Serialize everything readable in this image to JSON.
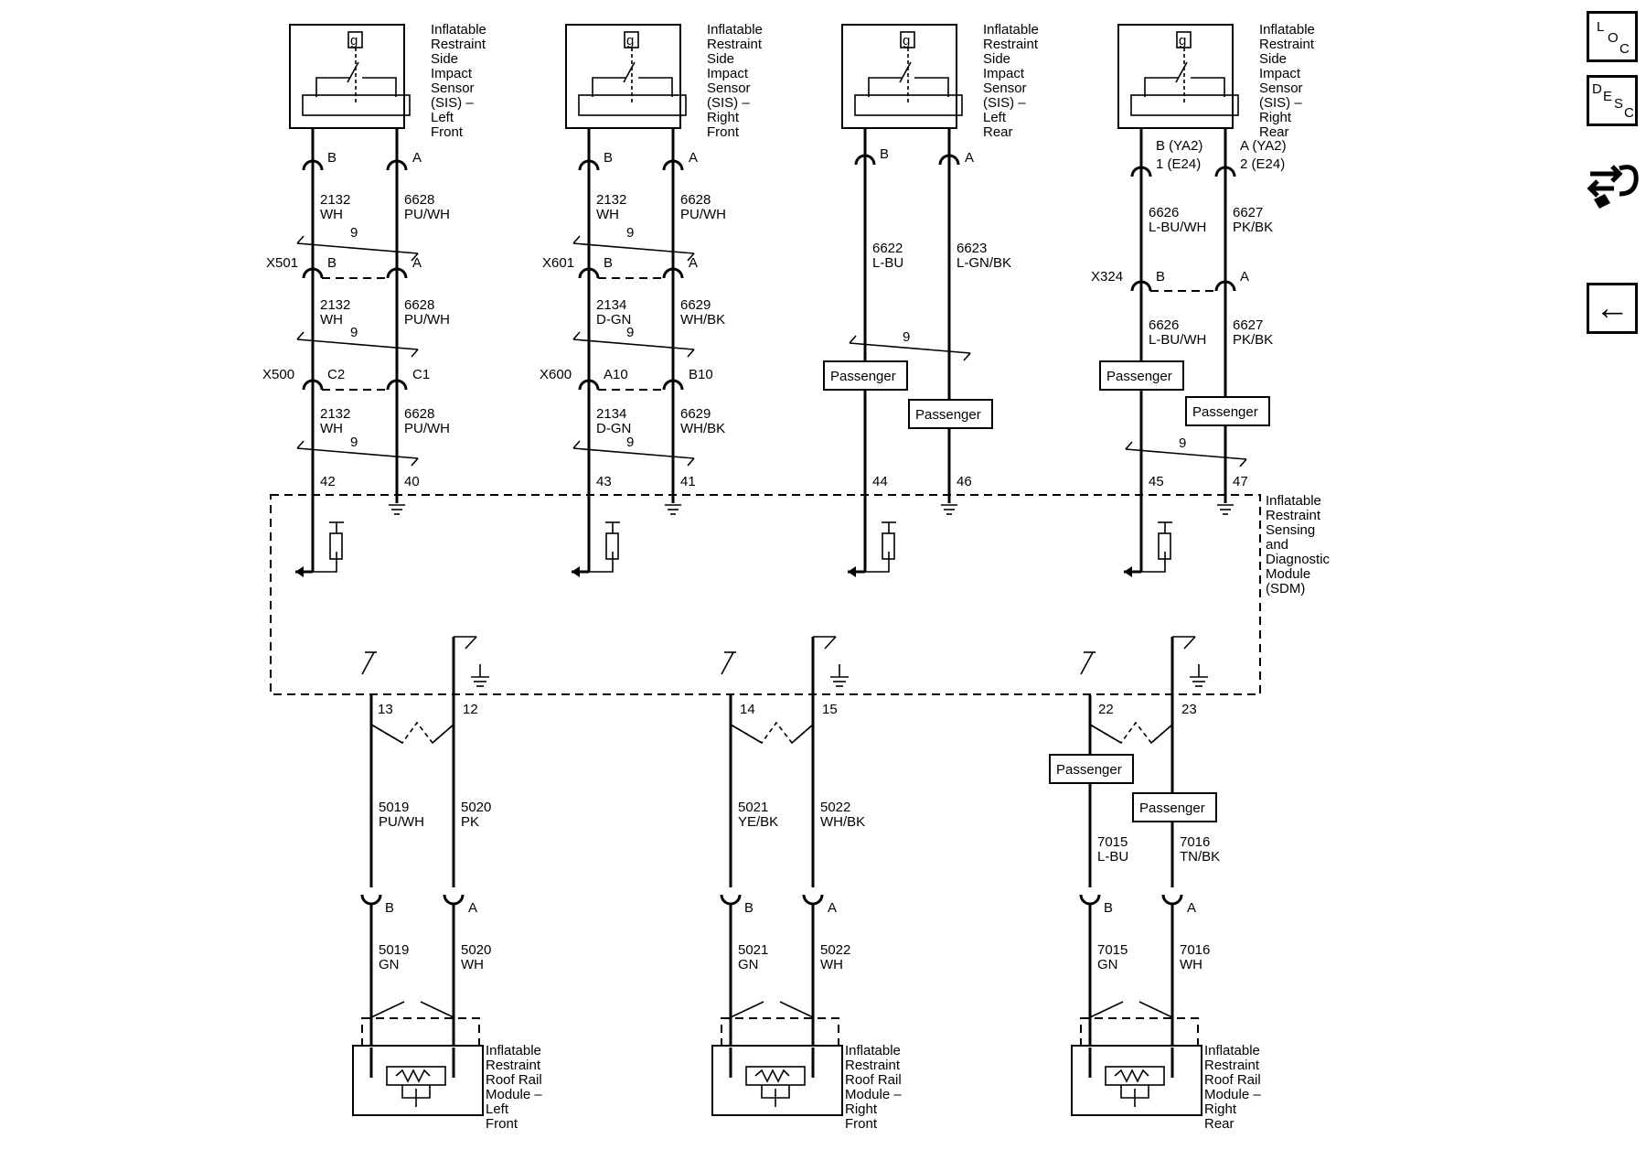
{
  "sensors": [
    {
      "label_lines": [
        "Inflatable",
        "Restraint",
        "Side",
        "Impact",
        "Sensor",
        "(SIS) –",
        "Left",
        "Front"
      ],
      "pins": [
        "B",
        "A"
      ]
    },
    {
      "label_lines": [
        "Inflatable",
        "Restraint",
        "Side",
        "Impact",
        "Sensor",
        "(SIS) –",
        "Right",
        "Front"
      ],
      "pins": [
        "B",
        "A"
      ]
    },
    {
      "label_lines": [
        "Inflatable",
        "Restraint",
        "Side",
        "Impact",
        "Sensor",
        "(SIS) –",
        "Left",
        "Rear"
      ],
      "pins": [
        "B",
        "A"
      ]
    },
    {
      "label_lines": [
        "Inflatable",
        "Restraint",
        "Side",
        "Impact",
        "Sensor",
        "(SIS) –",
        "Right",
        "Rear"
      ],
      "pins": [
        "B (YA2)",
        "A (YA2)"
      ],
      "pins2": [
        "1 (E24)",
        "2 (E24)"
      ]
    }
  ],
  "sensor_icon": "g",
  "wires": {
    "lf_1": {
      "left": [
        "2132",
        "WH"
      ],
      "right": [
        "6628",
        "PU/WH"
      ]
    },
    "lf_2": {
      "left": [
        "2132",
        "WH"
      ],
      "right": [
        "6628",
        "PU/WH"
      ]
    },
    "lf_3": {
      "left": [
        "2132",
        "WH"
      ],
      "right": [
        "6628",
        "PU/WH"
      ]
    },
    "rf_1": {
      "left": [
        "2132",
        "WH"
      ],
      "right": [
        "6628",
        "PU/WH"
      ]
    },
    "rf_2": {
      "left": [
        "2134",
        "D-GN"
      ],
      "right": [
        "6629",
        "WH/BK"
      ]
    },
    "rf_3": {
      "left": [
        "2134",
        "D-GN"
      ],
      "right": [
        "6629",
        "WH/BK"
      ]
    },
    "lr_1": {
      "left": [
        "6622",
        "L-BU"
      ],
      "right": [
        "6623",
        "L-GN/BK"
      ]
    },
    "rr_1": {
      "left": [
        "6626",
        "L-BU/WH"
      ],
      "right": [
        "6627",
        "PK/BK"
      ]
    },
    "rr_2": {
      "left": [
        "6626",
        "L-BU/WH"
      ],
      "right": [
        "6627",
        "PK/BK"
      ]
    },
    "mod_lf_1": {
      "left": [
        "5019",
        "PU/WH"
      ],
      "right": [
        "5020",
        "PK"
      ]
    },
    "mod_lf_2": {
      "left": [
        "5019",
        "GN"
      ],
      "right": [
        "5020",
        "WH"
      ]
    },
    "mod_rf_1": {
      "left": [
        "5021",
        "YE/BK"
      ],
      "right": [
        "5022",
        "WH/BK"
      ]
    },
    "mod_rf_2": {
      "left": [
        "5021",
        "GN"
      ],
      "right": [
        "5022",
        "WH"
      ]
    },
    "mod_rr_1": {
      "left": [
        "7015",
        "L-BU"
      ],
      "right": [
        "7016",
        "TN/BK"
      ]
    },
    "mod_rr_2": {
      "left": [
        "7015",
        "GN"
      ],
      "right": [
        "7016",
        "WH"
      ]
    }
  },
  "twist_label": "9",
  "connectors": {
    "lf_x501": {
      "name": "X501",
      "left": "B",
      "right": "A"
    },
    "lf_x500": {
      "name": "X500",
      "left": "C2",
      "right": "C1"
    },
    "rf_x601": {
      "name": "X601",
      "left": "B",
      "right": "A"
    },
    "rf_x600": {
      "name": "X600",
      "left": "A10",
      "right": "B10"
    },
    "rr_x324": {
      "name": "X324",
      "left": "B",
      "right": "A"
    }
  },
  "passenger_label": "Passenger",
  "sdm": {
    "label_lines": [
      "Inflatable",
      "Restraint",
      "Sensing",
      "and",
      "Diagnostic",
      "Module",
      "(SDM)"
    ],
    "sensor_pins": [
      [
        "42",
        "40"
      ],
      [
        "43",
        "41"
      ],
      [
        "44",
        "46"
      ],
      [
        "45",
        "47"
      ]
    ],
    "module_pins": [
      [
        "13",
        "12"
      ],
      [
        "14",
        "15"
      ],
      [
        "22",
        "23"
      ]
    ]
  },
  "modules": [
    {
      "label_lines": [
        "Inflatable",
        "Restraint",
        "Roof Rail",
        "Module –",
        "Left",
        "Front"
      ],
      "pins": [
        "B",
        "A"
      ]
    },
    {
      "label_lines": [
        "Inflatable",
        "Restraint",
        "Roof Rail",
        "Module –",
        "Right",
        "Front"
      ],
      "pins": [
        "B",
        "A"
      ]
    },
    {
      "label_lines": [
        "Inflatable",
        "Restraint",
        "Roof Rail",
        "Module –",
        "Right",
        "Rear"
      ],
      "pins": [
        "B",
        "A"
      ]
    }
  ],
  "nav": {
    "loc": [
      "L",
      "O",
      "C"
    ],
    "desc": [
      "D",
      "E",
      "S",
      "C"
    ],
    "swap_icon": "connector-swap-icon",
    "back_icon": "←"
  }
}
